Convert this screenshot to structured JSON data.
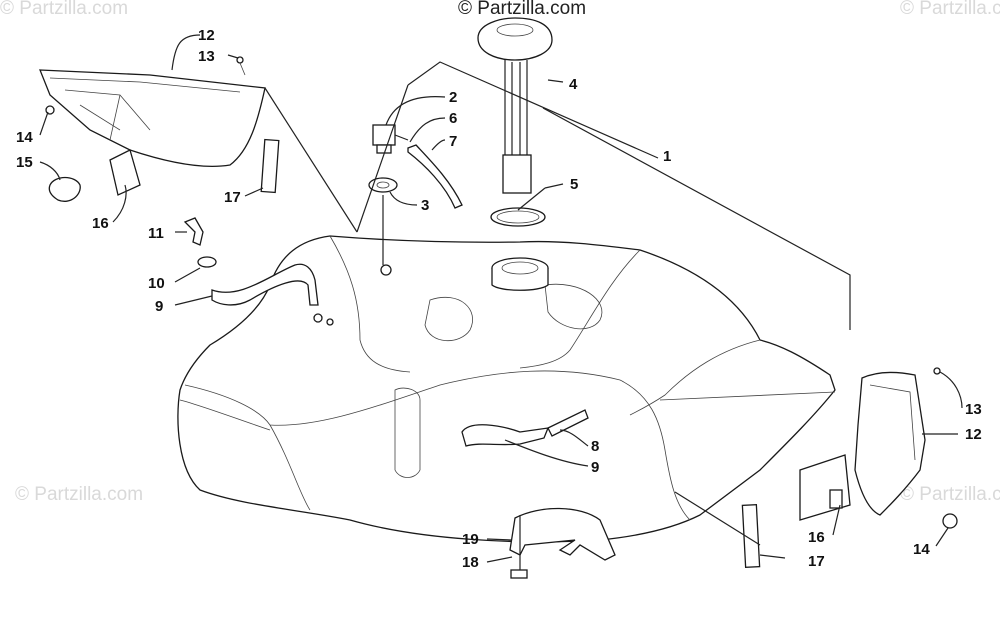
{
  "watermarks": {
    "top_center": "© Partzilla.com",
    "text": "© Partzilla.com"
  },
  "callouts": {
    "c1": "1",
    "c2": "2",
    "c3": "3",
    "c4": "4",
    "c5": "5",
    "c6": "6",
    "c7": "7",
    "c8": "8",
    "c9a": "9",
    "c9b": "9",
    "c10": "10",
    "c11": "11",
    "c12a": "12",
    "c12b": "12",
    "c13a": "13",
    "c13b": "13",
    "c14a": "14",
    "c14b": "14",
    "c15": "15",
    "c16a": "16",
    "c16b": "16",
    "c17a": "17",
    "c17b": "17",
    "c18": "18",
    "c19": "19"
  }
}
